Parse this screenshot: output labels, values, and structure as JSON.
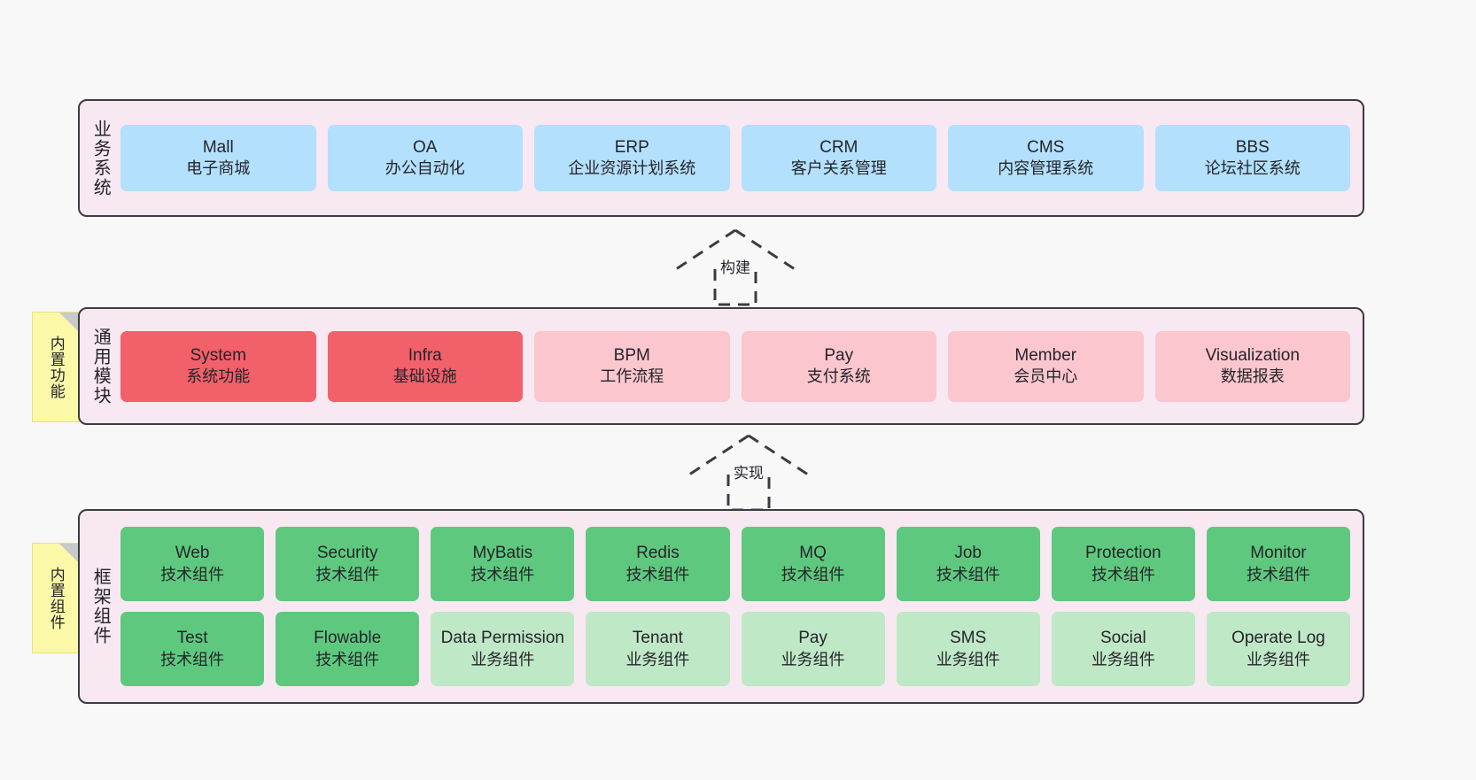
{
  "layers": [
    {
      "id": "business",
      "caption": "业务系统",
      "nodes": [
        {
          "en": "Mall",
          "cn": "电子商城",
          "color": "blue"
        },
        {
          "en": "OA",
          "cn": "办公自动化",
          "color": "blue"
        },
        {
          "en": "ERP",
          "cn": "企业资源计划系统",
          "color": "blue"
        },
        {
          "en": "CRM",
          "cn": "客户关系管理",
          "color": "blue"
        },
        {
          "en": "CMS",
          "cn": "内容管理系统",
          "color": "blue"
        },
        {
          "en": "BBS",
          "cn": "论坛社区系统",
          "color": "blue"
        }
      ]
    },
    {
      "id": "common",
      "caption": "通用模块",
      "nodes": [
        {
          "en": "System",
          "cn": "系统功能",
          "color": "red"
        },
        {
          "en": "Infra",
          "cn": "基础设施",
          "color": "red"
        },
        {
          "en": "BPM",
          "cn": "工作流程",
          "color": "pink"
        },
        {
          "en": "Pay",
          "cn": "支付系统",
          "color": "pink"
        },
        {
          "en": "Member",
          "cn": "会员中心",
          "color": "pink"
        },
        {
          "en": "Visualization",
          "cn": "数据报表",
          "color": "pink"
        }
      ]
    },
    {
      "id": "framework",
      "caption": "框架组件",
      "rows": [
        [
          {
            "en": "Web",
            "cn": "技术组件",
            "color": "green-dark"
          },
          {
            "en": "Security",
            "cn": "技术组件",
            "color": "green-dark"
          },
          {
            "en": "MyBatis",
            "cn": "技术组件",
            "color": "green-dark"
          },
          {
            "en": "Redis",
            "cn": "技术组件",
            "color": "green-dark"
          },
          {
            "en": "MQ",
            "cn": "技术组件",
            "color": "green-dark"
          },
          {
            "en": "Job",
            "cn": "技术组件",
            "color": "green-dark"
          },
          {
            "en": "Protection",
            "cn": "技术组件",
            "color": "green-dark"
          },
          {
            "en": "Monitor",
            "cn": "技术组件",
            "color": "green-dark"
          }
        ],
        [
          {
            "en": "Test",
            "cn": "技术组件",
            "color": "green-dark"
          },
          {
            "en": "Flowable",
            "cn": "技术组件",
            "color": "green-dark"
          },
          {
            "en": "Data Permission",
            "cn": "业务组件",
            "color": "green-light"
          },
          {
            "en": "Tenant",
            "cn": "业务组件",
            "color": "green-light"
          },
          {
            "en": "Pay",
            "cn": "业务组件",
            "color": "green-light"
          },
          {
            "en": "SMS",
            "cn": "业务组件",
            "color": "green-light"
          },
          {
            "en": "Social",
            "cn": "业务组件",
            "color": "green-light"
          },
          {
            "en": "Operate Log",
            "cn": "业务组件",
            "color": "green-light"
          }
        ]
      ]
    }
  ],
  "stickies": [
    {
      "id": "common",
      "label": "内置功能"
    },
    {
      "id": "framework",
      "label": "内置组件"
    }
  ],
  "connectors": [
    {
      "id": "build",
      "label": "构建"
    },
    {
      "id": "impl",
      "label": "实现"
    }
  ],
  "colors": {
    "page_background": "#f8f8f8",
    "layer_background": "#f8e8f2",
    "layer_border": "#3b3b42",
    "business_node": "#b3e0fc",
    "common_node_primary": "#f2606a",
    "common_node_secondary": "#fbc6ce",
    "framework_tech_node": "#5ec97e",
    "framework_business_node": "#bfe8c7",
    "sticky_note": "#fbf8a8",
    "sticky_fold": "#c9c9c9",
    "connector_stroke": "#3b3b42",
    "text": "#24242a"
  }
}
